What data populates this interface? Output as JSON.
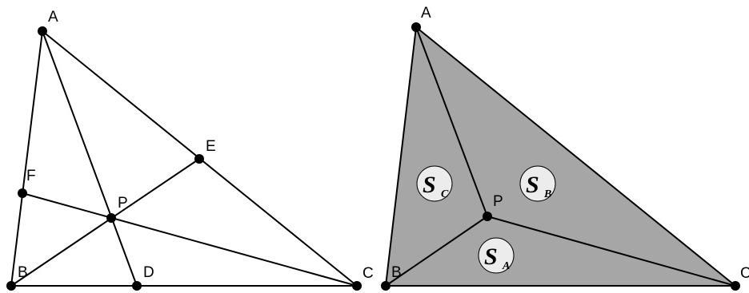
{
  "left_figure": {
    "points": {
      "A": "A",
      "B": "B",
      "C": "C",
      "D": "D",
      "E": "E",
      "F": "F",
      "P": "P"
    }
  },
  "right_figure": {
    "points": {
      "A": "A",
      "B": "B",
      "C": "C",
      "P": "P"
    },
    "regions": {
      "SA": {
        "letter": "S",
        "sub": "A"
      },
      "SB": {
        "letter": "S",
        "sub": "B"
      },
      "SC": {
        "letter": "S",
        "sub": "C"
      }
    },
    "fill_color": "#a6a6a6",
    "badge_color": "#ececec"
  }
}
